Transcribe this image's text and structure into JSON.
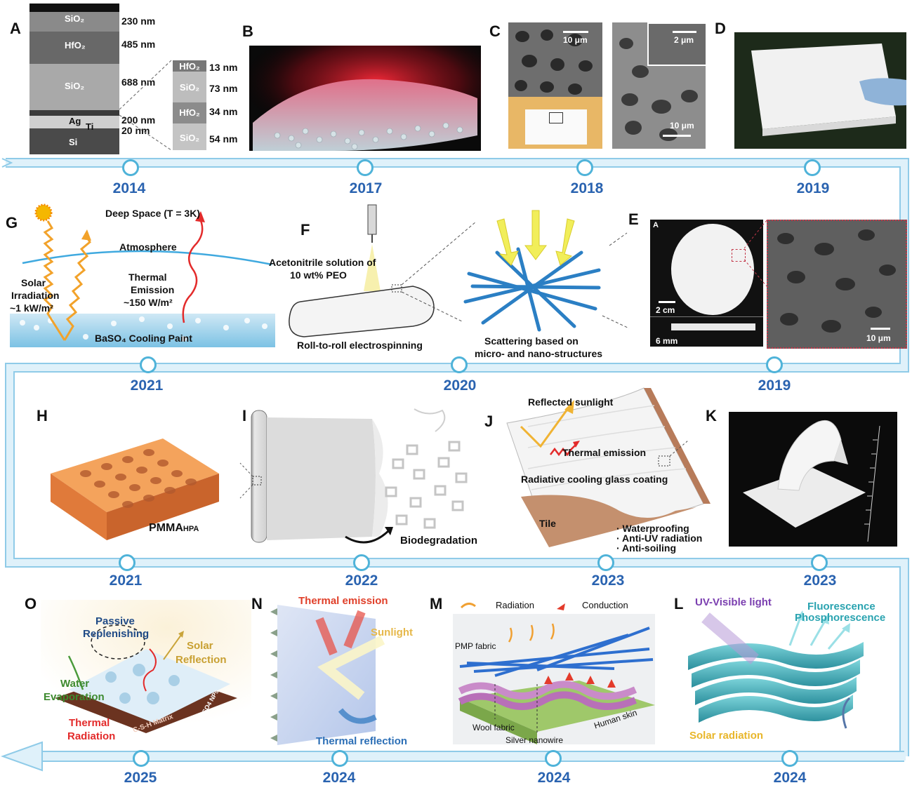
{
  "timeline": {
    "years": [
      "2014",
      "2017",
      "2018",
      "2019",
      "2019",
      "2020",
      "2021",
      "2021",
      "2022",
      "2023",
      "2023",
      "2024",
      "2024",
      "2024",
      "2025"
    ],
    "colors": {
      "track": "#cde9f6",
      "track_edge": "#8fcbe8",
      "node": "#4fb3d9",
      "year": "#2a63b0"
    }
  },
  "panels": {
    "A": {
      "label": "A",
      "layers": [
        "SiO₂",
        "HfO₂",
        "SiO₂",
        "Ag",
        "Ti",
        "Si"
      ],
      "thick": [
        "230 nm",
        "485 nm",
        "688 nm",
        "200 nm",
        "20 nm"
      ],
      "inset_layers": [
        "HfO₂",
        "SiO₂",
        "HfO₂",
        "SiO₂"
      ],
      "inset_thick": [
        "13 nm",
        "73 nm",
        "34 nm",
        "54 nm"
      ]
    },
    "B": {
      "label": "B"
    },
    "C": {
      "label": "C",
      "scale1": "10 μm",
      "scale2": "2 μm",
      "scale3": "10 μm"
    },
    "D": {
      "label": "D"
    },
    "G": {
      "label": "G",
      "deep_space": "Deep Space (T = 3K)",
      "atmosphere": "Atmosphere",
      "solar1": "Solar",
      "solar2": "Irradiation",
      "solar3": "~1 kW/m²",
      "thermal1": "Thermal",
      "thermal2": "Emission",
      "thermal3": "~150 W/m²",
      "paint": "BaSO₄ Cooling Paint"
    },
    "F": {
      "label": "F",
      "sol1": "Acetonitrile solution of",
      "sol2": "10 wt% PEO",
      "r2r": "Roll-to-roll electrospinning",
      "scat1": "Scattering based on",
      "scat2": "micro- and nano-structures"
    },
    "E": {
      "label": "E",
      "sub": "A",
      "scale1": "2 cm",
      "scale2": "6 mm",
      "scale3": "10 μm"
    },
    "H": {
      "label": "H",
      "name": "PMMA",
      "sub": "HPA"
    },
    "I": {
      "label": "I",
      "bio": "Biodegradation"
    },
    "J": {
      "label": "J",
      "refl": "Reflected sunlight",
      "therm": "Thermal emission",
      "coat": "Radiative cooling glass coating",
      "tile": "Tile",
      "b1": "· Waterproofing",
      "b2": "· Anti-UV radiation",
      "b3": "· Anti-soiling"
    },
    "K": {
      "label": "K"
    },
    "O": {
      "label": "O",
      "pass1": "Passive",
      "pass2": "Replenishing",
      "sol1": "Solar",
      "sol2": "Reflection",
      "wat1": "Water",
      "wat2": "Evaporation",
      "th1": "Thermal",
      "th2": "Radiation",
      "csh": "C-S-H Matrix",
      "np": "BaSO4 NPs"
    },
    "N": {
      "label": "N",
      "te": "Thermal emission",
      "sun": "Sunlight",
      "tr": "Thermal reflection"
    },
    "M": {
      "label": "M",
      "rad": "Radiation",
      "cond": "Conduction",
      "pmp": "PMP fabric",
      "wool": "Wool fabric",
      "silver": "Silver nanowire",
      "skin": "Human skin"
    },
    "L": {
      "label": "L",
      "uv": "UV-Visible light",
      "fl1": "Fluorescence",
      "fl2": "Phosphorescence",
      "solar": "Solar radiation"
    }
  }
}
